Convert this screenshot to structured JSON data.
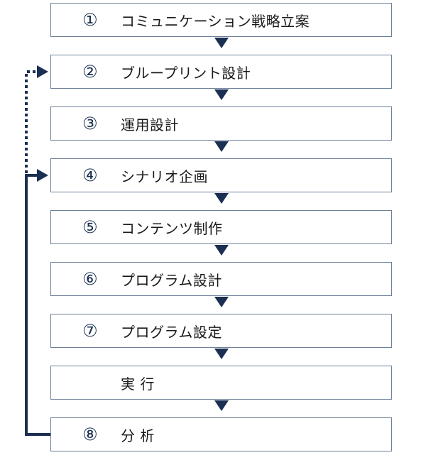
{
  "steps": [
    {
      "num": "①",
      "label": "コミュニケーション戦略立案"
    },
    {
      "num": "②",
      "label": "ブループリント設計"
    },
    {
      "num": "③",
      "label": "運用設計"
    },
    {
      "num": "④",
      "label": "シナリオ企画"
    },
    {
      "num": "⑤",
      "label": "コンテンツ制作"
    },
    {
      "num": "⑥",
      "label": "プログラム設計"
    },
    {
      "num": "⑦",
      "label": "プログラム設定"
    },
    {
      "num": "",
      "label": "実 行"
    },
    {
      "num": "⑧",
      "label": "分 析"
    }
  ],
  "colors": {
    "accent": "#1a2f52",
    "box_border": "#6d8099"
  }
}
